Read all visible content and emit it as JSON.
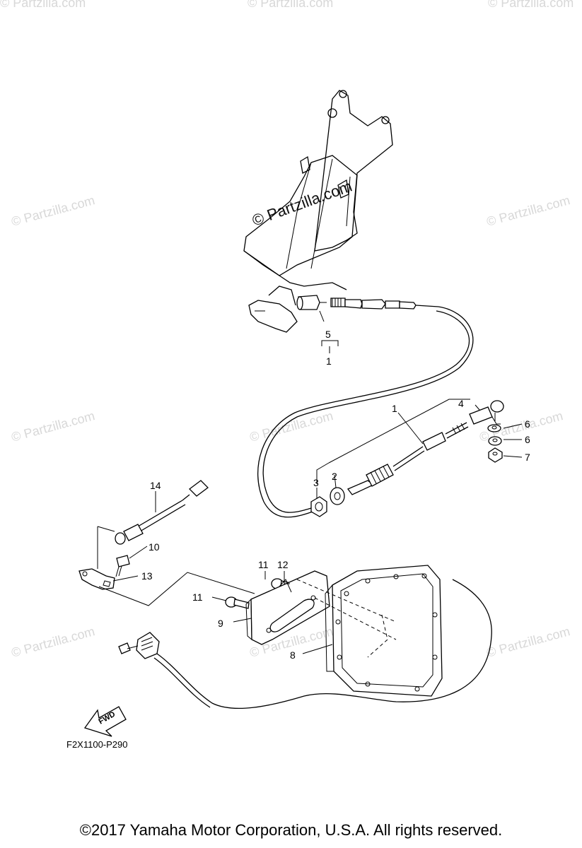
{
  "diagram": {
    "code": "F2X1100-P290",
    "fwd_label": "FWD",
    "copyright": "©2017  Yamaha Motor Corporation, U.S.A. All rights reserved.",
    "watermark_main": "© Partzilla.com",
    "watermark_faint": "© Partzilla.com",
    "callouts": {
      "c5": "5",
      "c1_group": "1",
      "c1": "1",
      "c2": "2",
      "c3": "3",
      "c4": "4",
      "c6a": "6",
      "c6b": "6",
      "c7": "7",
      "c8": "8",
      "c9": "9",
      "c10": "10",
      "c11a": "11",
      "c11b": "11",
      "c12": "12",
      "c13": "13",
      "c14": "14"
    }
  }
}
